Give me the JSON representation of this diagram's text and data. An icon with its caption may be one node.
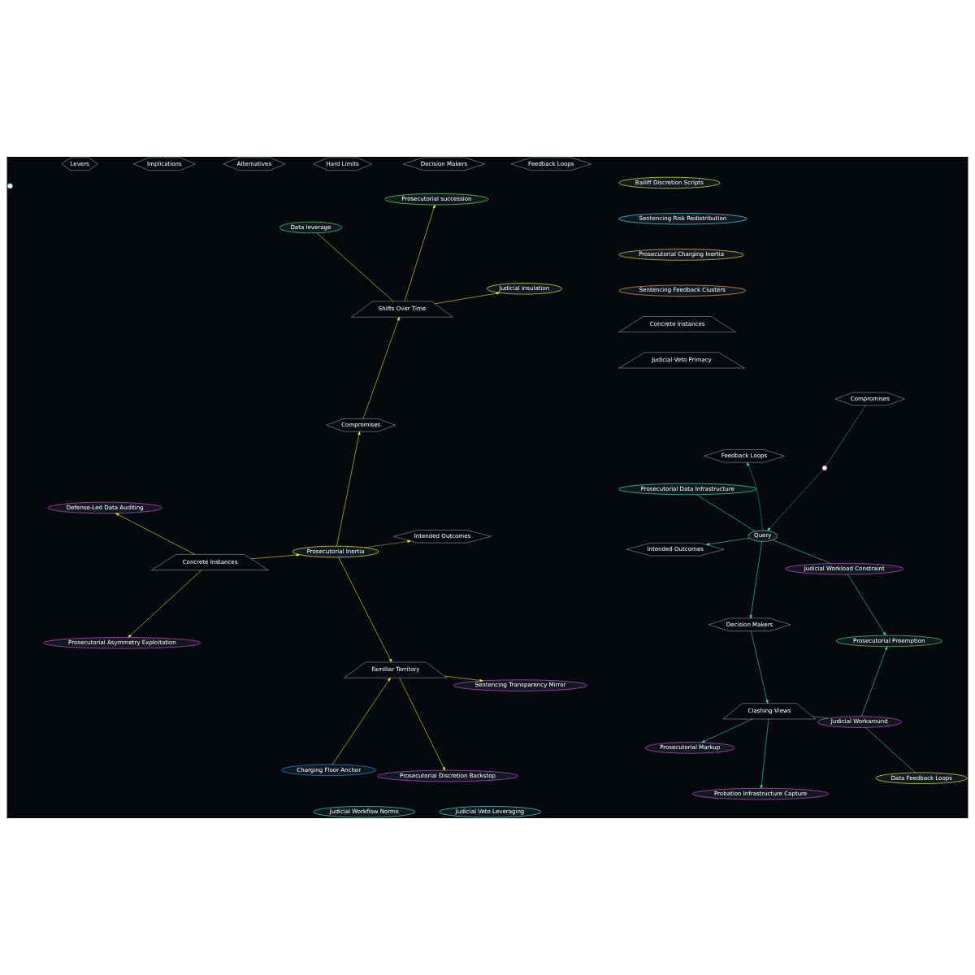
{
  "diagram": {
    "nodes": [
      {
        "text": [
          "Judicial Workaround"
        ]
      },
      {
        "text": [
          "Concrete Instances"
        ]
      },
      {
        "text": [
          "Data Feedback Loops"
        ]
      },
      {
        "text": [
          "Prosecutorial Preemption"
        ]
      },
      {
        "text": [
          "Clashing Views"
        ]
      },
      {
        "text": [
          "Sentencing Feedback Clusters"
        ]
      },
      {
        "text": [
          "Decision Makers"
        ]
      },
      {
        "text": [
          "Feedback Loops"
        ]
      },
      {
        "text": [
          "Levers"
        ]
      },
      {
        "text": [
          "Intended Outcomes"
        ]
      },
      {
        "text": [
          "Judicial Workload Constraint"
        ]
      },
      {
        "text": [
          "Bailiff Discretion Scripts"
        ]
      },
      {
        "text": [
          "Prosecutorial Markup"
        ]
      },
      {
        "text": [
          "Probation Infrastructure Capture"
        ]
      },
      {
        "text": [
          "Query"
        ]
      },
      {
        "text": [
          "Hard Limits"
        ]
      },
      {
        "text": [
          "Prosecutorial Data Infrastructure"
        ]
      },
      {
        "text": [
          "Judicial Workflow Norms"
        ]
      },
      {
        "text": [],
        "shape": "circle"
      },
      {
        "text": [
          "Compromises"
        ]
      },
      {
        "text": [
          "Prosecutorial Charging Inertia"
        ]
      },
      {
        "text": [
          "Concrete Instances"
        ]
      },
      {
        "text": [
          "Prosecutorial Asymmetry Exploitation"
        ]
      },
      {
        "text": [
          "Feedback Loops"
        ]
      },
      {
        "text": [
          "Defense-Led Data Auditing"
        ]
      },
      {
        "text": [
          "Judicial Veto Leveraging"
        ]
      },
      {
        "text": [
          "Prosecutorial Inertia"
        ]
      },
      {
        "text": [
          "Intended Outcomes"
        ]
      },
      {
        "text": [
          "Compromises"
        ]
      },
      {
        "text": [
          "Charging Floor Anchor"
        ]
      },
      {
        "text": [
          "Sentencing Transparency Mirror"
        ]
      },
      {
        "text": [
          "Familiar Territory"
        ]
      },
      {
        "text": [
          "Decision Makers"
        ]
      },
      {
        "text": [
          "Prosecutorial Discretion Backstop"
        ]
      },
      {
        "text": [
          "Sentencing Risk Redistribution"
        ]
      },
      {
        "text": [
          "Judicial Veto Primacy"
        ]
      },
      {
        "text": [],
        "shape": "circle"
      },
      {
        "text": [
          "Judicial insulation"
        ]
      },
      {
        "text": [
          "Alternatives"
        ]
      },
      {
        "text": [
          "Data leverage"
        ]
      },
      {
        "text": [
          "Shifts Over Time"
        ]
      },
      {
        "text": [
          "Implications"
        ]
      },
      {
        "text": [
          "Prosecutorial succession"
        ]
      }
    ],
    "edges": [
      {
        "from": 14,
        "to": 6,
        "arrow": "to",
        "color": "#2ee8a0"
      },
      {
        "from": 6,
        "to": 4,
        "arrow": "to",
        "color": "#2ee8a0"
      },
      {
        "from": 4,
        "to": 12,
        "arrow": "to",
        "color": "#2ee8a0"
      },
      {
        "from": 4,
        "to": 13,
        "arrow": "to",
        "color": "#2ee8a0"
      },
      {
        "from": 4,
        "to": 0,
        "arrow": "none",
        "color": "#2ee8a0"
      },
      {
        "from": 0,
        "to": 3,
        "arrow": "to",
        "color": "#2ee8a0"
      },
      {
        "from": 2,
        "to": 0,
        "arrow": "none",
        "color": "#2ee8a0"
      },
      {
        "from": 14,
        "to": 10,
        "arrow": "none",
        "color": "#2ee8a0"
      },
      {
        "from": 10,
        "to": 3,
        "arrow": "to",
        "color": "#2ee8a0"
      },
      {
        "from": 14,
        "to": 9,
        "arrow": "to",
        "color": "#2ee8a0"
      },
      {
        "from": 14,
        "to": 7,
        "arrow": "to",
        "style": "dashed",
        "color": "#2ee8a0"
      },
      {
        "from": 16,
        "to": 14,
        "arrow": "none",
        "color": "#2ee8a0"
      },
      {
        "from": 18,
        "to": 14,
        "arrow": "to",
        "style": "dashed",
        "color": "#2ee8a0"
      },
      {
        "from": 19,
        "to": 18,
        "arrow": "none",
        "style": "dashed",
        "color": "#2ee8a0"
      },
      {
        "from": 21,
        "to": 22,
        "arrow": "to",
        "color": "#f0f020"
      },
      {
        "from": 21,
        "to": 24,
        "arrow": "to",
        "color": "#f0f020"
      },
      {
        "from": 21,
        "to": 26,
        "arrow": "to",
        "color": "#f0f020"
      },
      {
        "from": 26,
        "to": 27,
        "arrow": "to",
        "style": "dashed",
        "color": "#f0f020"
      },
      {
        "from": 26,
        "to": 28,
        "arrow": "to",
        "color": "#f0f020"
      },
      {
        "from": 26,
        "to": 31,
        "arrow": "to",
        "color": "#f0f020"
      },
      {
        "from": 29,
        "to": 31,
        "arrow": "to",
        "color": "#f0f020"
      },
      {
        "from": 31,
        "to": 30,
        "arrow": "to",
        "color": "#f0f020"
      },
      {
        "from": 31,
        "to": 33,
        "arrow": "to",
        "color": "#f0f020"
      },
      {
        "from": 28,
        "to": 40,
        "arrow": "to",
        "color": "#f0f020"
      },
      {
        "from": 40,
        "to": 37,
        "arrow": "to",
        "color": "#f0f020"
      },
      {
        "from": 40,
        "to": 42,
        "arrow": "to",
        "color": "#f0f020"
      },
      {
        "from": 39,
        "to": 40,
        "arrow": "none",
        "color": "#f0f020"
      }
    ]
  }
}
